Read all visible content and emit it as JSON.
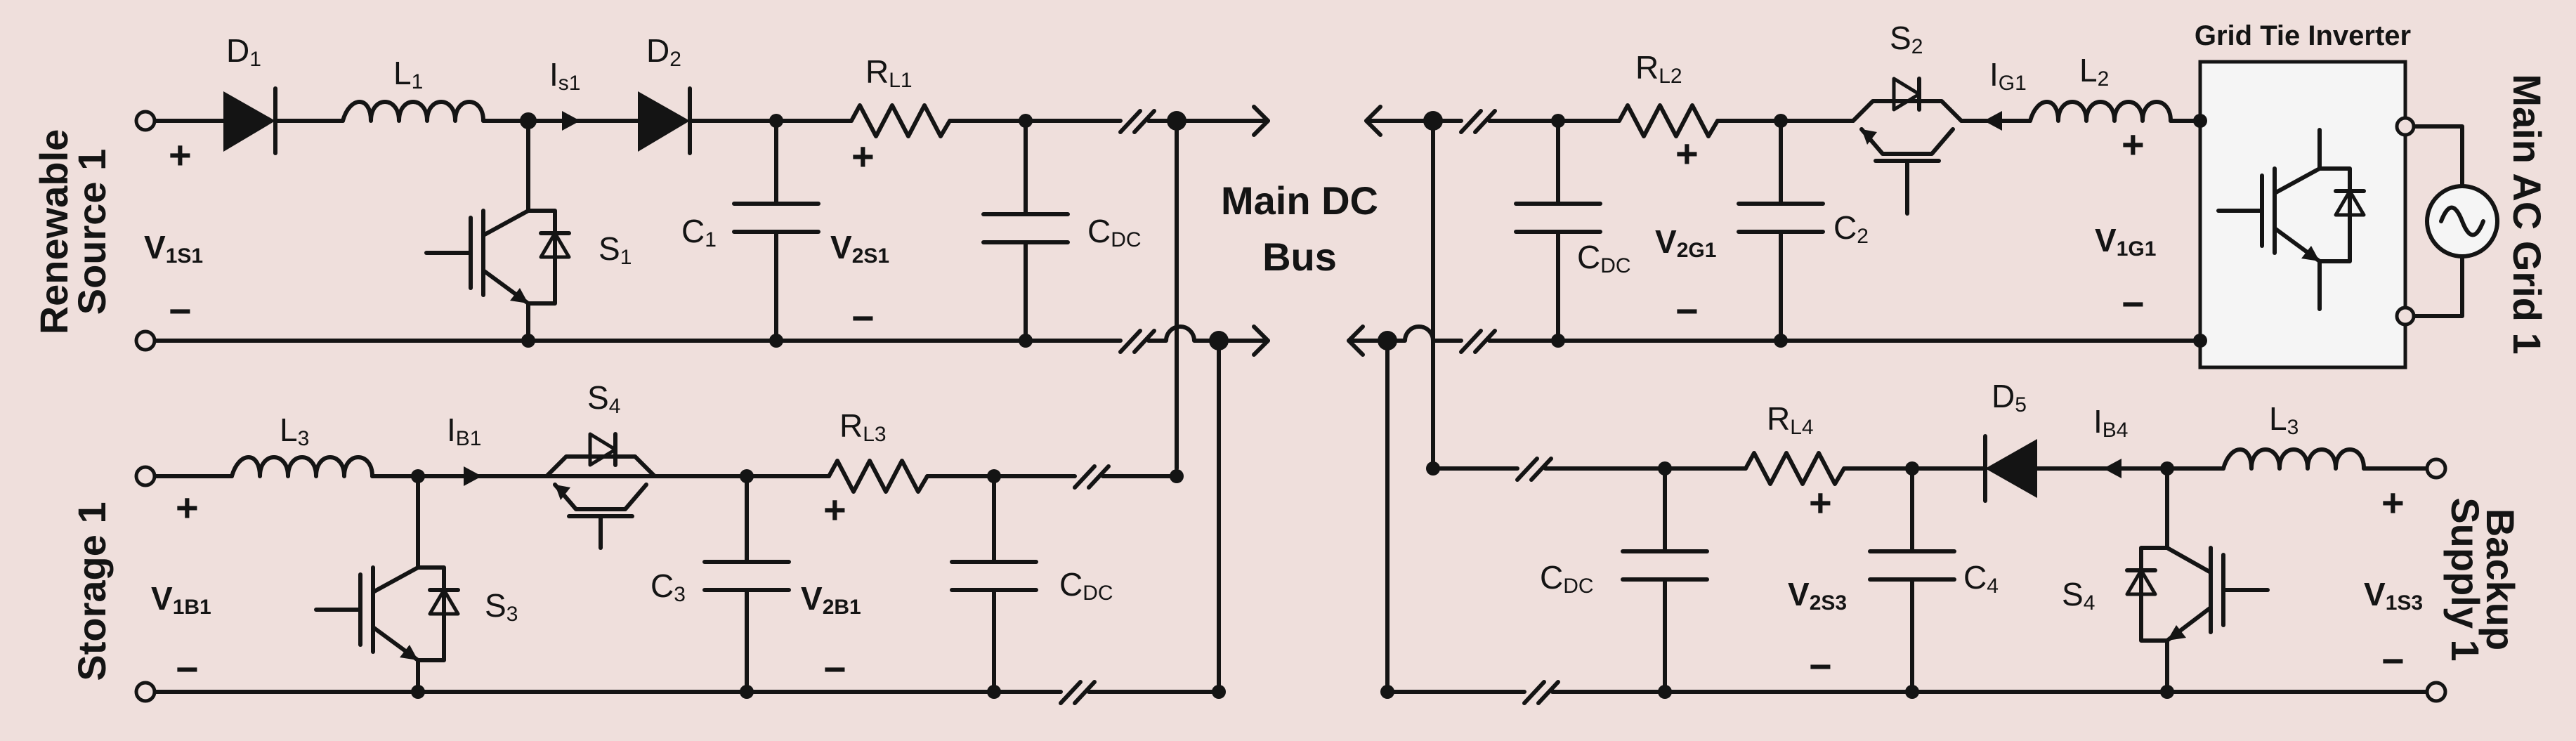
{
  "labels": {
    "main_dc_bus_line1": "Main DC",
    "main_dc_bus_line2": "Bus",
    "grid_tie_inverter": "Grid Tie Inverter",
    "renewable_source_line1": "Renewable",
    "renewable_source_line2": "Source 1",
    "storage": "Storage 1",
    "main_ac_grid": "Main AC Grid 1",
    "backup_supply_line1": "Backup",
    "backup_supply_line2": "Supply 1"
  },
  "renewable_branch": {
    "diode1": "D",
    "diode1_sub": "1",
    "inductor": "L",
    "inductor_sub": "1",
    "current": "I",
    "current_sub": "s1",
    "diode2": "D",
    "diode2_sub": "2",
    "resistor": "R",
    "resistor_sub": "L1",
    "switch": "S",
    "switch_sub": "1",
    "capacitor": "C",
    "capacitor_sub": "1",
    "v_in": "V",
    "v_in_sub": "1S1",
    "v_out": "V",
    "v_out_sub": "2S1",
    "cdc": "C",
    "cdc_sub": "DC"
  },
  "storage_branch": {
    "inductor": "L",
    "inductor_sub": "3",
    "current": "I",
    "current_sub": "B1",
    "switch_top": "S",
    "switch_top_sub": "4",
    "resistor": "R",
    "resistor_sub": "L3",
    "switch_bottom": "S",
    "switch_bottom_sub": "3",
    "capacitor": "C",
    "capacitor_sub": "3",
    "v_in": "V",
    "v_in_sub": "1B1",
    "v_out": "V",
    "v_out_sub": "2B1",
    "cdc": "C",
    "cdc_sub": "DC"
  },
  "grid_branch": {
    "resistor": "R",
    "resistor_sub": "L2",
    "switch": "S",
    "switch_sub": "2",
    "current": "I",
    "current_sub": "G1",
    "inductor": "L",
    "inductor_sub": "2",
    "cdc": "C",
    "cdc_sub": "DC",
    "v_out": "V",
    "v_out_sub": "2G1",
    "capacitor": "C",
    "capacitor_sub": "2",
    "v_in": "V",
    "v_in_sub": "1G1"
  },
  "backup_branch": {
    "resistor": "R",
    "resistor_sub": "L4",
    "diode": "D",
    "diode_sub": "5",
    "current": "I",
    "current_sub": "B4",
    "inductor": "L",
    "inductor_sub": "3",
    "cdc": "C",
    "cdc_sub": "DC",
    "v_out": "V",
    "v_out_sub": "2S3",
    "capacitor": "C",
    "capacitor_sub": "4",
    "switch": "S",
    "switch_sub": "4",
    "v_in": "V",
    "v_in_sub": "1S3"
  },
  "signs": {
    "plus": "+",
    "minus": "−"
  }
}
